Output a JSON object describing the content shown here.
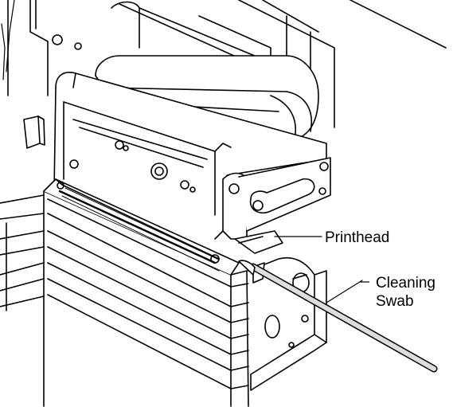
{
  "labels": {
    "printhead": "Printhead",
    "cleaning_swab_line1": "Cleaning",
    "cleaning_swab_line2": "Swab"
  },
  "colors": {
    "line": "#000000",
    "fill": "#ffffff",
    "swab": "#dddddd"
  }
}
